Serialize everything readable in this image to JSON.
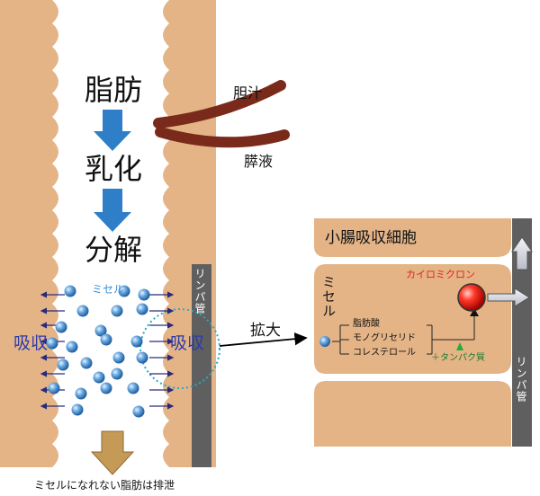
{
  "intestine": {
    "steps": [
      "脂肪",
      "乳化",
      "分解"
    ],
    "micelle_label": "ミセル",
    "absorb_left": "吸収",
    "absorb_right": "吸収",
    "lymph_label": "リンパ管",
    "excretion": "ミセルになれない脂肪は排泄"
  },
  "digestive_juices": {
    "bile": "胆汁",
    "pancreatic": "膵液"
  },
  "zoom_label": "拡大",
  "cell": {
    "title": "小腸吸収細胞",
    "micelle_label": "ミセル",
    "components": [
      "脂肪酸",
      "モノグリセリド",
      "コレステロール"
    ],
    "protein": "＋タンパク質",
    "chylomicron": "カイロミクロン",
    "lymph_label": "リンパ管"
  },
  "colors": {
    "tissue": "#e4b487",
    "duct": "#7a2a1a",
    "arrow": "#2f7fc8",
    "lymph": "#5f5f5f",
    "chylomicron_label": "#e02020",
    "micelle_text": "#3b8fd6",
    "absorb_text": "#2a3aa8"
  }
}
